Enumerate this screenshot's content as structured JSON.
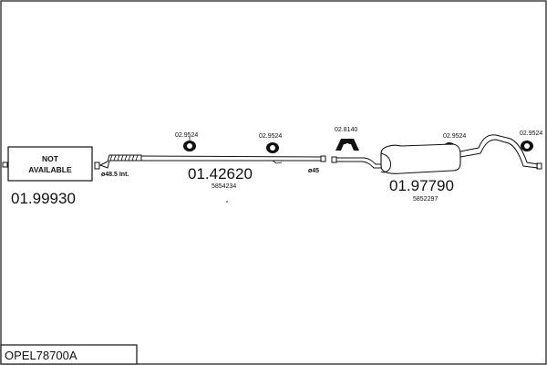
{
  "diagram": {
    "not_available": {
      "line1": "NOT",
      "line2": "AVAILABLE",
      "part_number": "01.99930"
    },
    "front_pipe": {
      "label": "01.42620",
      "oem": "5854234",
      "diameter_left": "ø48.5 Int.",
      "diameter_right": "ø45"
    },
    "rear_silencer": {
      "label": "01.97790",
      "oem": "5852297"
    },
    "hangers": [
      {
        "label": "02.9524"
      },
      {
        "label": "02.9524"
      },
      {
        "label": "02.8140"
      },
      {
        "label": "02.9524"
      },
      {
        "label": "02.9524"
      }
    ],
    "kit_code": "OPEL78700A"
  },
  "colors": {
    "stroke": "#111111",
    "background": "#ffffff"
  }
}
